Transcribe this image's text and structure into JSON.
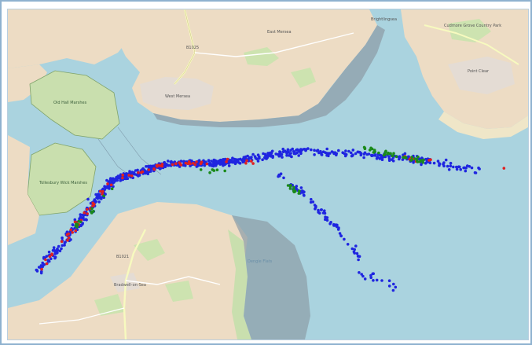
{
  "map": {
    "labels": {
      "east_mersea": "East Mersea",
      "brightlingsea": "Brightlingsea",
      "cudmore_grove": "Cudmore Grove Country Park",
      "point_clear": "Point Clear",
      "old_hall_marshes": "Old Hall Marshes",
      "tollesbury_wick": "Tollesbury Wick Marshes",
      "west_mersea": "West Mersea",
      "bradwell_on_sea": "Bradwell-on-Sea",
      "dengie_flats": "Dengie Flats",
      "road_b1025": "B1025",
      "road_b1021": "B1021"
    }
  },
  "colors": {
    "water": "#aad3df",
    "land": "#f2efe9",
    "farmland": "#eddcc4",
    "marsh": "#c9dfae",
    "mudflat": "#8d9ea8",
    "sand": "#efe6c8",
    "point_blue": "#1f25e0",
    "point_red": "#e02020",
    "point_green": "#1a8a1a"
  },
  "series": [
    {
      "color_key": "point_blue",
      "segments": [
        {
          "from": [
            0.06,
            0.79
          ],
          "to": [
            0.13,
            0.66
          ],
          "n": 75,
          "spread": 0.016
        },
        {
          "from": [
            0.13,
            0.66
          ],
          "to": [
            0.2,
            0.52
          ],
          "n": 95,
          "spread": 0.016
        },
        {
          "from": [
            0.2,
            0.52
          ],
          "to": [
            0.3,
            0.47
          ],
          "n": 170,
          "spread": 0.015
        },
        {
          "from": [
            0.3,
            0.47
          ],
          "to": [
            0.44,
            0.46
          ],
          "n": 180,
          "spread": 0.016
        },
        {
          "from": [
            0.44,
            0.46
          ],
          "to": [
            0.55,
            0.43
          ],
          "n": 90,
          "spread": 0.016
        },
        {
          "from": [
            0.55,
            0.43
          ],
          "to": [
            0.7,
            0.44
          ],
          "n": 70,
          "spread": 0.017
        },
        {
          "from": [
            0.7,
            0.44
          ],
          "to": [
            0.8,
            0.46
          ],
          "n": 65,
          "spread": 0.018
        },
        {
          "from": [
            0.8,
            0.46
          ],
          "to": [
            0.91,
            0.49
          ],
          "n": 40,
          "spread": 0.018
        },
        {
          "from": [
            0.52,
            0.5
          ],
          "to": [
            0.57,
            0.56
          ],
          "n": 22,
          "spread": 0.01
        },
        {
          "from": [
            0.57,
            0.56
          ],
          "to": [
            0.63,
            0.66
          ],
          "n": 28,
          "spread": 0.01
        },
        {
          "from": [
            0.63,
            0.66
          ],
          "to": [
            0.68,
            0.76
          ],
          "n": 18,
          "spread": 0.01
        },
        {
          "from": [
            0.68,
            0.8
          ],
          "to": [
            0.75,
            0.85
          ],
          "n": 16,
          "spread": 0.018
        }
      ]
    },
    {
      "color_key": "point_red",
      "segments": [
        {
          "from": [
            0.06,
            0.79
          ],
          "to": [
            0.13,
            0.66
          ],
          "n": 14,
          "spread": 0.01
        },
        {
          "from": [
            0.13,
            0.66
          ],
          "to": [
            0.2,
            0.52
          ],
          "n": 18,
          "spread": 0.01
        },
        {
          "from": [
            0.2,
            0.52
          ],
          "to": [
            0.3,
            0.47
          ],
          "n": 16,
          "spread": 0.01
        },
        {
          "from": [
            0.3,
            0.47
          ],
          "to": [
            0.44,
            0.46
          ],
          "n": 18,
          "spread": 0.01
        },
        {
          "from": [
            0.44,
            0.46
          ],
          "to": [
            0.5,
            0.47
          ],
          "n": 4,
          "spread": 0.01
        },
        {
          "from": [
            0.76,
            0.45
          ],
          "to": [
            0.82,
            0.46
          ],
          "n": 9,
          "spread": 0.01
        },
        {
          "from": [
            0.95,
            0.48
          ],
          "to": [
            0.96,
            0.48
          ],
          "n": 1,
          "spread": 0.002
        }
      ]
    },
    {
      "color_key": "point_green",
      "segments": [
        {
          "from": [
            0.13,
            0.66
          ],
          "to": [
            0.2,
            0.54
          ],
          "n": 12,
          "spread": 0.01
        },
        {
          "from": [
            0.37,
            0.49
          ],
          "to": [
            0.42,
            0.49
          ],
          "n": 6,
          "spread": 0.008
        },
        {
          "from": [
            0.54,
            0.53
          ],
          "to": [
            0.56,
            0.56
          ],
          "n": 12,
          "spread": 0.008
        },
        {
          "from": [
            0.68,
            0.42
          ],
          "to": [
            0.8,
            0.46
          ],
          "n": 38,
          "spread": 0.012
        }
      ]
    }
  ]
}
